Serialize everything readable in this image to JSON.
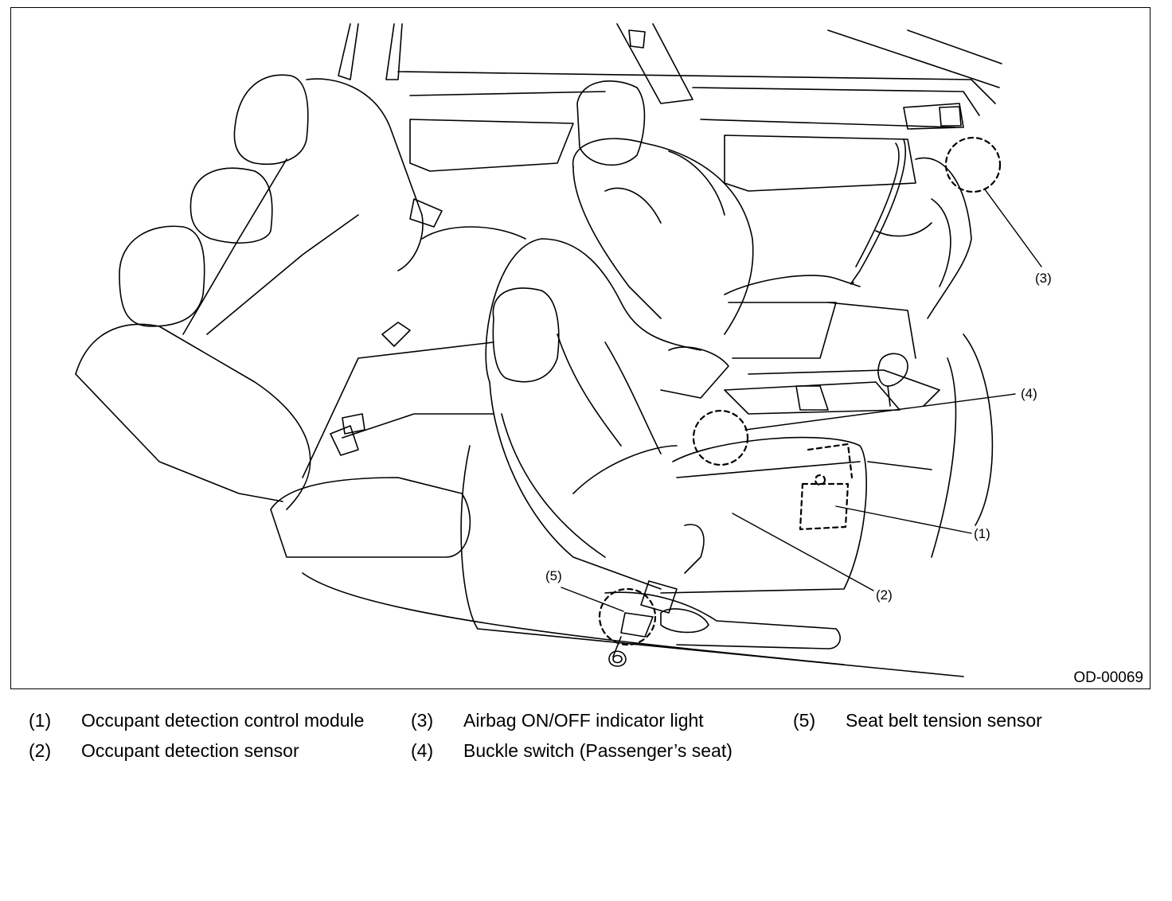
{
  "figure": {
    "code": "OD-00069",
    "callouts": {
      "c1": "(1)",
      "c2": "(2)",
      "c3": "(3)",
      "c4": "(4)",
      "c5": "(5)"
    }
  },
  "legend": [
    {
      "num": "(1)",
      "desc": "Occupant detection control module"
    },
    {
      "num": "(2)",
      "desc": "Occupant detection sensor"
    },
    {
      "num": "(3)",
      "desc": "Airbag ON/OFF indicator light"
    },
    {
      "num": "(4)",
      "desc": "Buckle switch (Passenger’s seat)"
    },
    {
      "num": "(5)",
      "desc": "Seat belt tension sensor"
    }
  ],
  "colors": {
    "line": "#000000",
    "background": "#ffffff"
  }
}
